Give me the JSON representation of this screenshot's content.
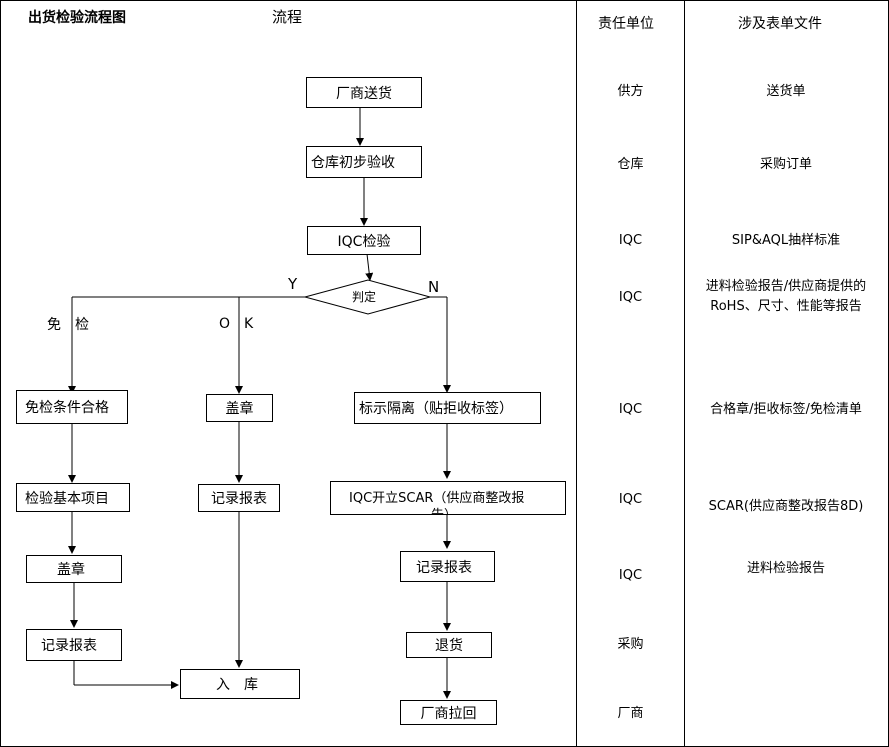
{
  "header": {
    "doc_title": "出货检验流程图",
    "flow_title": "流程",
    "resp_title": "责任单位",
    "forms_title": "涉及表单文件"
  },
  "flow": {
    "supplier_delivery": "厂商送货",
    "warehouse_check": "仓库初步验收",
    "iqc_inspect": "IQC检验",
    "decision": "判定",
    "label_y": "Y",
    "label_n": "N",
    "label_exempt": "免　检",
    "label_ok": "O　K",
    "exempt_ok": "免检条件合格",
    "basic_items": "检验基本项目",
    "stamp_left": "盖章",
    "record_left": "记录报表",
    "stamp_mid": "盖章",
    "record_mid": "记录报表",
    "isolate": "标示隔离（贴拒收标签）",
    "scar_line1": "IQC开立SCAR（供应商整改报",
    "scar_line2": "告）",
    "record_right": "记录报表",
    "return_goods": "退货",
    "supplier_return": "厂商拉回",
    "warehouse_in": "入　库"
  },
  "responsibility": [
    "供方",
    "仓库",
    "IQC",
    "IQC",
    "IQC",
    "IQC",
    "IQC",
    "采购",
    "厂商"
  ],
  "forms": [
    "送货单",
    "采购订单",
    "SIP&AQL抽样标准",
    "进料检验报告/供应商提供的",
    "RoHS、尺寸、性能等报告",
    "合格章/拒收标签/免检清单",
    "SCAR(供应商整改报告8D)",
    "进料检验报告"
  ]
}
